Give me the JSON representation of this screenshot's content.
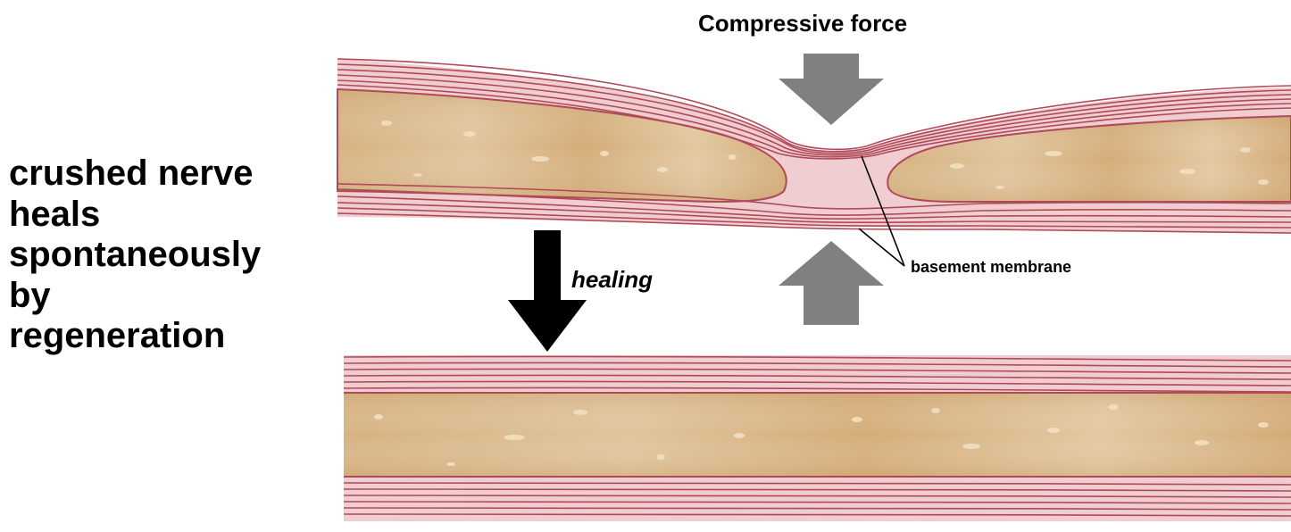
{
  "side_caption": {
    "lines": [
      "crushed nerve",
      "heals",
      "spontaneously",
      "by",
      "regeneration"
    ]
  },
  "labels": {
    "compressive_force": "Compressive force",
    "healing": "healing",
    "basement_membrane": "basement membrane"
  },
  "colors": {
    "membrane_stroke": "#b04a58",
    "membrane_fill": "#ecc2c6",
    "axon_fill": "#ddbd8f",
    "axon_dark": "#c89d66",
    "force_arrow": "#808080",
    "healing_arrow": "#000000"
  },
  "icons": {
    "force_arrow_down": "compression-arrow-down-icon",
    "force_arrow_up": "compression-arrow-up-icon",
    "healing_arrow": "healing-arrow-down-icon"
  }
}
